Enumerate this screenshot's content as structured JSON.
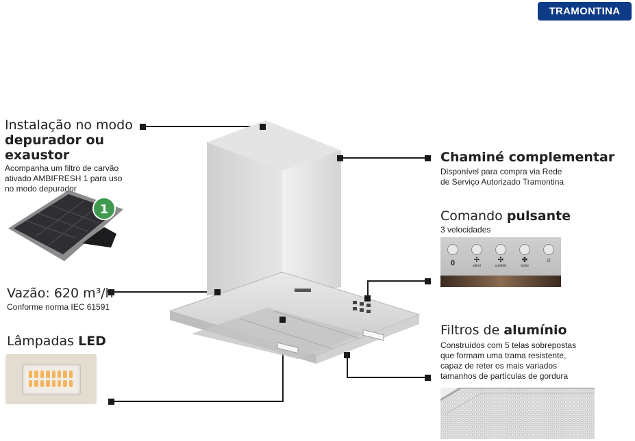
{
  "brand": {
    "logo_text": "TRAMONTINA",
    "logo_color": "#0d3b86"
  },
  "callouts": {
    "install": {
      "title_regular": "Instalação no modo",
      "title_bold": "depurador ou exaustor",
      "desc_lines": [
        "Acompanha um filtro de carvão",
        "ativado AMBIFRESH 1 para uso",
        "no modo depurador"
      ],
      "badge": "1"
    },
    "chimney": {
      "title_bold": "Chaminé complementar",
      "desc_lines": [
        "Disponível para compra via Rede",
        "de Serviço Autorizado Tramontina"
      ]
    },
    "control": {
      "title_regular": "Comando",
      "title_bold": "pulsante",
      "desc": "3 velocidades",
      "buttons": [
        {
          "label": "0",
          "icon": "power-icon"
        },
        {
          "label": "silent",
          "icon": "fan-low-icon"
        },
        {
          "label": "comfort",
          "icon": "fan-mid-icon"
        },
        {
          "label": "turbo",
          "icon": "fan-high-icon"
        },
        {
          "label": "",
          "icon": "light-icon"
        }
      ]
    },
    "flow": {
      "title": "Vazão: 620 m³/h",
      "desc": "Conforme norma IEC 61591"
    },
    "led": {
      "title_regular": "Lâmpadas",
      "title_bold": "LED"
    },
    "filters": {
      "title_regular": "Filtros de",
      "title_bold": "alumínio",
      "desc_lines": [
        "Construídos com 5 telas sobrepostas",
        "que formam uma trama resistente,",
        "capaz de reter os mais variados",
        "tamanhos de partículas de gordura"
      ]
    }
  }
}
